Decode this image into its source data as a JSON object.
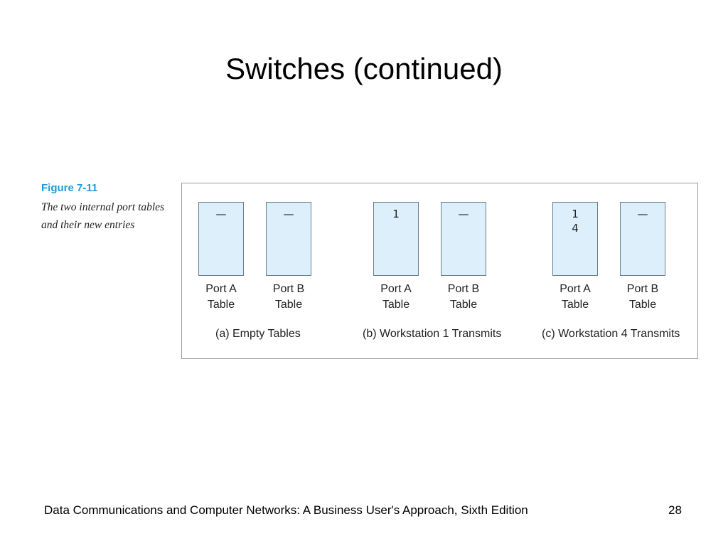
{
  "slide": {
    "title": "Switches (continued)",
    "footer": "Data Communications and Computer Networks: A Business User's Approach, Sixth Edition",
    "page_number": "28"
  },
  "figure": {
    "label": "Figure 7-11",
    "caption": "The two internal port tables and their new entries",
    "groups": [
      {
        "caption": "(a) Empty Tables",
        "tables": [
          {
            "name_line1": "Port A",
            "name_line2": "Table",
            "entries": [
              "—"
            ]
          },
          {
            "name_line1": "Port B",
            "name_line2": "Table",
            "entries": [
              "—"
            ]
          }
        ]
      },
      {
        "caption": "(b) Workstation 1 Transmits",
        "tables": [
          {
            "name_line1": "Port A",
            "name_line2": "Table",
            "entries": [
              "1"
            ]
          },
          {
            "name_line1": "Port B",
            "name_line2": "Table",
            "entries": [
              "—"
            ]
          }
        ]
      },
      {
        "caption": "(c) Workstation 4 Transmits",
        "tables": [
          {
            "name_line1": "Port A",
            "name_line2": "Table",
            "entries": [
              "1",
              "4"
            ]
          },
          {
            "name_line1": "Port B",
            "name_line2": "Table",
            "entries": [
              "—"
            ]
          }
        ]
      }
    ]
  }
}
